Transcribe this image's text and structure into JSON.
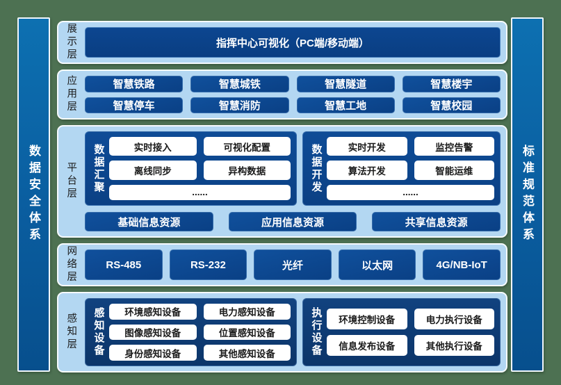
{
  "colors": {
    "background_green": "#4d7152",
    "panel_light_blue": "#b3d7f2",
    "box_navy": "#0d4a94",
    "container_dark_navy": "#0e3a72",
    "sidebar_blue": "#0a5d9f",
    "pill_white": "#ffffff",
    "text_dark": "#1b1b1b",
    "text_white": "#ffffff"
  },
  "sidebars": {
    "left": "数据安全体系",
    "right": "标准规范体系"
  },
  "layers": {
    "presentation": {
      "label": "展示层",
      "box": "指挥中心可视化（PC端/移动端）"
    },
    "application": {
      "label": "应用层",
      "items": [
        "智慧铁路",
        "智慧城铁",
        "智慧隧道",
        "智慧楼宇",
        "智慧停车",
        "智慧消防",
        "智慧工地",
        "智慧校园"
      ]
    },
    "platform": {
      "label": "平台层",
      "groups": [
        {
          "title": "数据汇聚",
          "items": [
            "实时接入",
            "可视化配置",
            "离线同步",
            "异构数据",
            "......"
          ]
        },
        {
          "title": "数据开发",
          "items": [
            "实时开发",
            "监控告警",
            "算法开发",
            "智能运维",
            "......"
          ]
        }
      ],
      "resources": [
        "基础信息资源",
        "应用信息资源",
        "共享信息资源"
      ]
    },
    "network": {
      "label": "网络层",
      "items": [
        "RS-485",
        "RS-232",
        "光纤",
        "以太网",
        "4G/NB-IoT"
      ]
    },
    "perception": {
      "label": "感知层",
      "groups": [
        {
          "title": "感知设备",
          "items": [
            "环境感知设备",
            "电力感知设备",
            "图像感知设备",
            "位置感知设备",
            "身份感知设备",
            "其他感知设备"
          ]
        },
        {
          "title": "执行设备",
          "items": [
            "环境控制设备",
            "电力执行设备",
            "信息发布设备",
            "其他执行设备"
          ]
        }
      ]
    }
  }
}
